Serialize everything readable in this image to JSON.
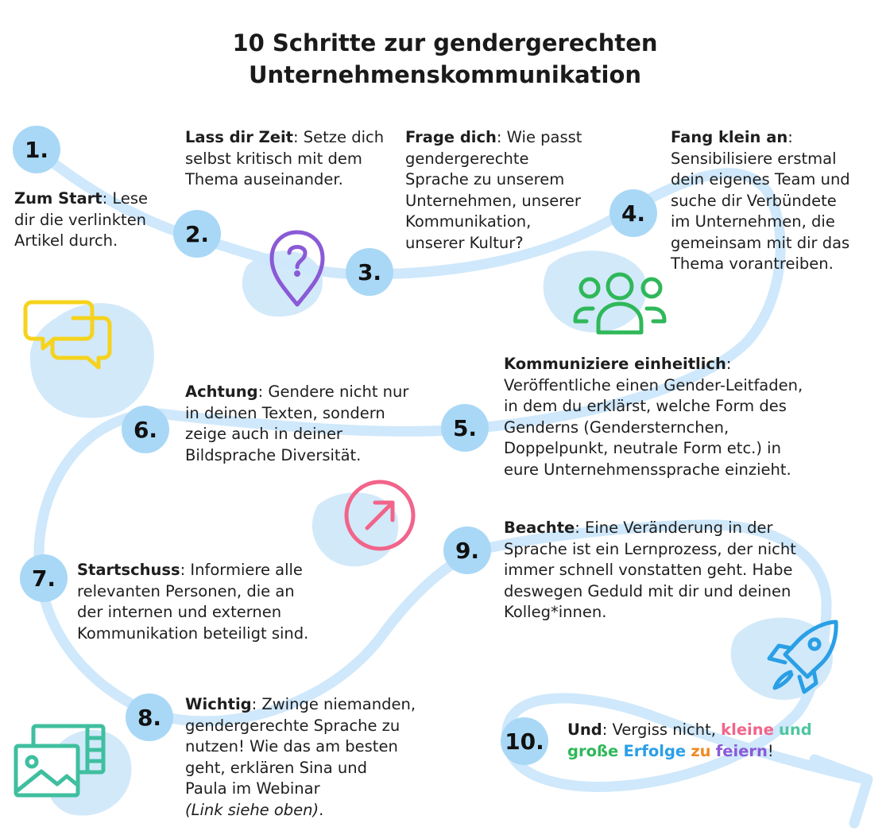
{
  "title": {
    "line1": "10 Schritte zur gendergerechten",
    "line2": "Unternehmenskommunikation"
  },
  "colors": {
    "path": "#cfe8fb",
    "blob": "#d2e9fa",
    "number_circle": "#a9d8f6",
    "chat_icon": "#f5d31d",
    "pin_icon": "#8a5ad6",
    "people_icon": "#2fb85a",
    "arrow_icon": "#f2648a",
    "rocket_icon": "#2a9fe6",
    "media_icon": "#3fbf9f"
  },
  "icons": [
    "chat-bubbles-icon",
    "location-pin-question-icon",
    "people-group-icon",
    "arrow-up-right-circle-icon",
    "rocket-icon",
    "media-gallery-icon"
  ],
  "steps": [
    {
      "num": "1.",
      "label": "Zum Start",
      "text_l1": ": Lese",
      "text_l2": "dir die verlinkten",
      "text_l3": "Artikel durch."
    },
    {
      "num": "2.",
      "label": "Lass dir Zeit",
      "text_l1": ": Setze dich",
      "text_l2": "selbst kritisch mit dem",
      "text_l3": "Thema auseinander."
    },
    {
      "num": "3.",
      "label": "Frage dich",
      "text_l1": ": Wie passt",
      "text_l2": "gendergerechte",
      "text_l3": "Sprache zu unserem",
      "text_l4": "Unternehmen, unserer",
      "text_l5": "Kommunikation,",
      "text_l6": "unserer Kultur?"
    },
    {
      "num": "4.",
      "label": "Fang klein an",
      "text_l1": ":",
      "text_l2": "Sensibilisiere erstmal",
      "text_l3": "dein eigenes Team und",
      "text_l4": "suche dir Verbündete",
      "text_l5": "im Unternehmen, die",
      "text_l6": "gemeinsam mit dir das",
      "text_l7": "Thema vorantreiben."
    },
    {
      "num": "5.",
      "label": "Kommuniziere einheitlich",
      "text_l1": ":",
      "text_l2": "Veröffentliche einen Gender-Leitfaden,",
      "text_l3": "in dem du erklärst, welche Form des",
      "text_l4": "Genderns (Gendersternchen,",
      "text_l5": "Doppelpunkt, neutrale Form etc.) in",
      "text_l6": "eure Unternehmenssprache einzieht."
    },
    {
      "num": "6.",
      "label": "Achtung",
      "text_l1": ": Gendere nicht nur",
      "text_l2": "in deinen Texten, sondern",
      "text_l3": "zeige auch in deiner",
      "text_l4": "Bildsprache Diversität."
    },
    {
      "num": "7.",
      "label": "Startschuss",
      "text_l1": ": Informiere alle",
      "text_l2": "relevanten Personen, die an",
      "text_l3": "der internen und externen",
      "text_l4": "Kommunikation beteiligt sind."
    },
    {
      "num": "8.",
      "label": "Wichtig",
      "text_l1": ": Zwinge niemanden,",
      "text_l2": "gendergerechte Sprache zu",
      "text_l3": "nutzen! Wie das am besten",
      "text_l4": "geht, erklären Sina und",
      "text_l5": "Paula im Webinar",
      "text_l6": "(Link siehe oben)",
      "text_l6_end": "."
    },
    {
      "num": "9.",
      "label": "Beachte",
      "text_l1": ": Eine Veränderung in der",
      "text_l2": "Sprache ist ein Lernprozess, der nicht",
      "text_l3": "immer schnell vonstatten geht. Habe",
      "text_l4": "deswegen Geduld mit dir und deinen",
      "text_l5": "Kolleg*innen."
    },
    {
      "num": "10.",
      "label": "Und",
      "text_l1": ": Vergiss nicht, ",
      "w_kleine": "kleine",
      "w_und": "und",
      "w_grosse": "große",
      "w_erfolge": "Erfolge",
      "w_zu": "zu",
      "w_feiern": "feiern",
      "end": "!"
    }
  ]
}
